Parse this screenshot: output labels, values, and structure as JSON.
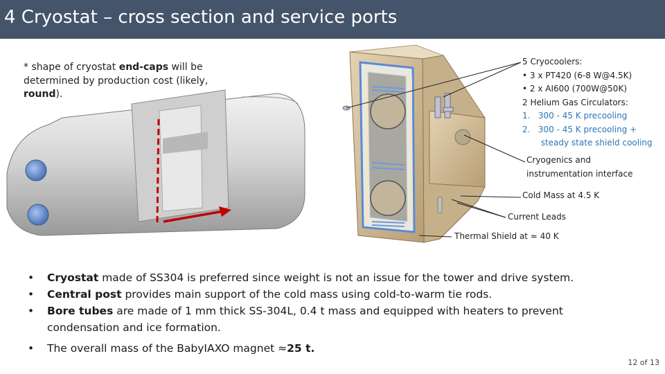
{
  "slide": {
    "title": "4  Cryostat – cross section and service ports",
    "note": {
      "p1": "* shape of cryostat ",
      "b1": "end-caps",
      "p2": " will be determined by production cost (likely, ",
      "b2": "round",
      "p3": ")."
    },
    "annotations": {
      "cryocoolers": {
        "heading": "5 Cryocoolers:",
        "items": [
          "•   3 x PT420 (6-8 W@4.5K)",
          "•   2 x AI600 (700W@50K)"
        ]
      },
      "circulators": {
        "heading": "2 Helium Gas Circulators:",
        "items": [
          "1.   300 - 45 K precooling",
          "2.   300 - 45 K precooling +",
          "       steady state shield cooling"
        ]
      },
      "cryogenics": [
        "Cryogenics and",
        "instrumentation interface"
      ],
      "cold_mass": "Cold Mass at 4.5 K",
      "current_leads": "Current Leads",
      "thermal_shield": "Thermal Shield at ≈ 40 K"
    },
    "bullets": [
      {
        "bold": "Cryostat",
        "rest": " made of SS304 is preferred since weight is not an issue for the tower and drive system."
      },
      {
        "bold": "Central post",
        "rest": " provides main support of the cold mass using cold-to-warm tie rods."
      },
      {
        "bold": "Bore tubes",
        "rest": " are made of 1 mm thick SS-304L, 0.4 t mass and equipped with heaters to prevent condensation and ice formation."
      },
      {
        "pre": "The overall mass of the BabyIAXO magnet ≈",
        "bold": "25 t."
      }
    ],
    "page_number": "12 of 13",
    "colors": {
      "title_bar": "#44546a",
      "blue_text": "#2e75b6",
      "red_arrow": "#c00000"
    }
  }
}
